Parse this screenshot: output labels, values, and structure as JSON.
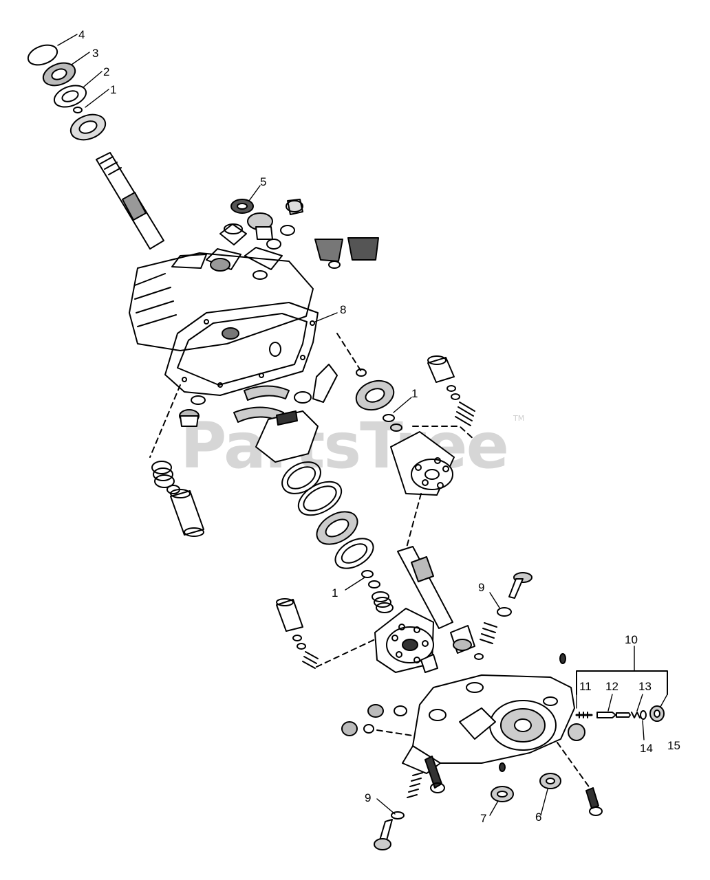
{
  "watermark": {
    "text": "PartsTree",
    "trademark": "TM"
  },
  "callouts": [
    {
      "id": "c4a",
      "label": "4"
    },
    {
      "id": "c3a",
      "label": "3"
    },
    {
      "id": "c2a",
      "label": "2"
    },
    {
      "id": "c1a",
      "label": "1"
    },
    {
      "id": "c5a",
      "label": "5"
    },
    {
      "id": "c8a",
      "label": "8"
    },
    {
      "id": "c1b",
      "label": "1"
    },
    {
      "id": "c1c",
      "label": "1"
    },
    {
      "id": "c9a",
      "label": "9"
    },
    {
      "id": "c10a",
      "label": "10"
    },
    {
      "id": "c11a",
      "label": "11"
    },
    {
      "id": "c12a",
      "label": "12"
    },
    {
      "id": "c13a",
      "label": "13"
    },
    {
      "id": "c14a",
      "label": "14"
    },
    {
      "id": "c15a",
      "label": "15"
    },
    {
      "id": "c9b",
      "label": "9"
    },
    {
      "id": "c7a",
      "label": "7"
    },
    {
      "id": "c6a",
      "label": "6"
    }
  ]
}
